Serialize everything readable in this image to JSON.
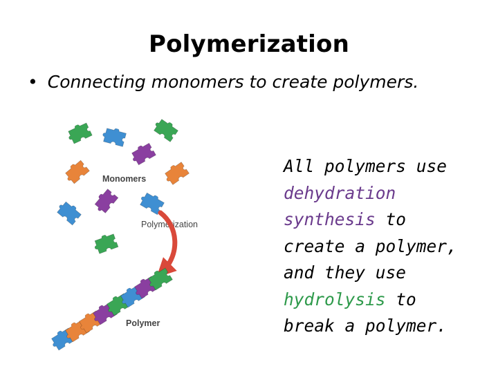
{
  "slide": {
    "title": "Polymerization",
    "bullet": "Connecting monomers to create polymers.",
    "bullet_marker": "•"
  },
  "diagram": {
    "labels": {
      "monomers": "Monomers",
      "polymerization": "Polymerization",
      "polymer": "Polymer"
    },
    "colors": {
      "green": "#3aa655",
      "blue": "#3f8fd2",
      "purple": "#8a3fa0",
      "orange": "#e8843a",
      "arrow": "#d9493a"
    }
  },
  "body": {
    "line1": "All polymers use",
    "line2": "dehydration",
    "line3_term": "synthesis",
    "line3_rest": " to",
    "line4": "create a polymer,",
    "line5": "and they use",
    "line6_term": "hydrolysis",
    "line6_rest": " to",
    "line7": "break a polymer.",
    "term_colors": {
      "dehydration_synthesis": "#6a3a8c",
      "hydrolysis": "#2e9a4b"
    }
  }
}
